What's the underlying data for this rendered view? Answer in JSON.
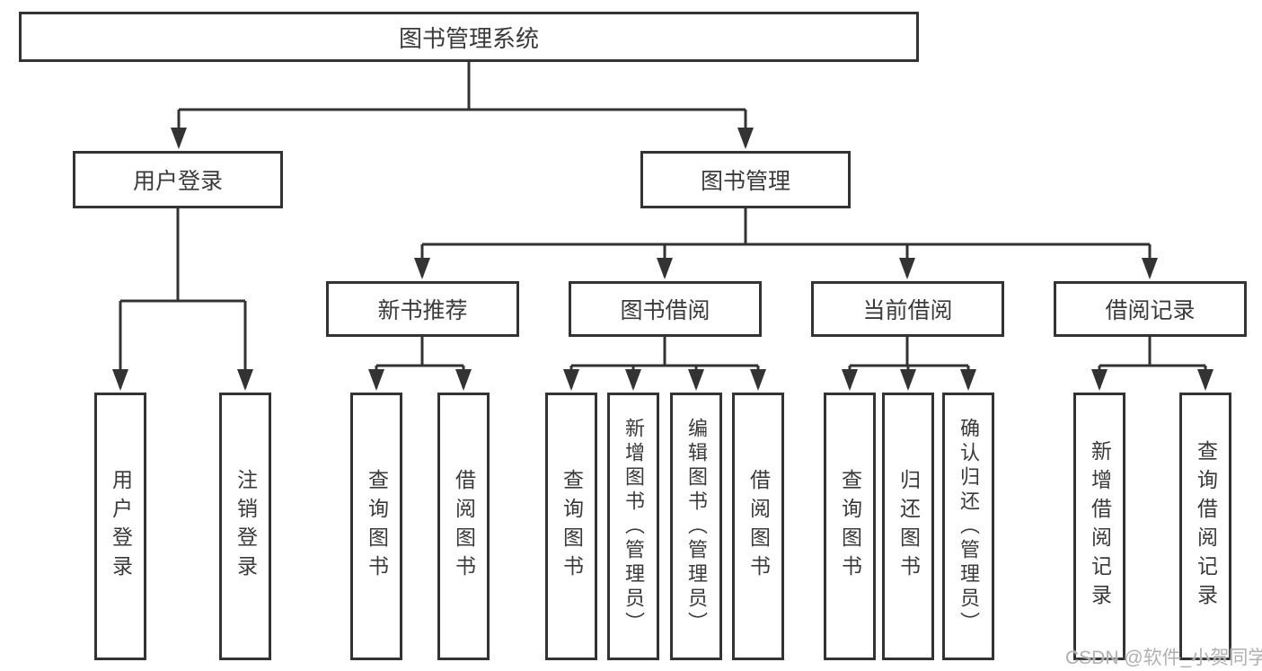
{
  "diagram": {
    "title": "图书管理系统",
    "branches": [
      {
        "label": "用户登录",
        "children": [
          {
            "label": "用户登录"
          },
          {
            "label": "注销登录"
          }
        ]
      },
      {
        "label": "图书管理",
        "children": [
          {
            "label": "新书推荐",
            "children": [
              {
                "label": "查询图书"
              },
              {
                "label": "借阅图书"
              }
            ]
          },
          {
            "label": "图书借阅",
            "children": [
              {
                "label": "查询图书"
              },
              {
                "label": "新增图书（管理员）"
              },
              {
                "label": "编辑图书（管理员）"
              },
              {
                "label": "借阅图书"
              }
            ]
          },
          {
            "label": "当前借阅",
            "children": [
              {
                "label": "查询图书"
              },
              {
                "label": "归还图书"
              },
              {
                "label": "确认归还（管理员）"
              }
            ]
          },
          {
            "label": "借阅记录",
            "children": [
              {
                "label": "新增借阅记录"
              },
              {
                "label": "查询借阅记录"
              }
            ]
          }
        ]
      }
    ]
  },
  "watermark": {
    "text": "CSDN @软件_小贺同学"
  },
  "colors": {
    "box_border": "#333333",
    "connector": "#333333",
    "text": "#3a3a3a",
    "watermark_text": "#b0b0b0",
    "background": "#ffffff"
  }
}
